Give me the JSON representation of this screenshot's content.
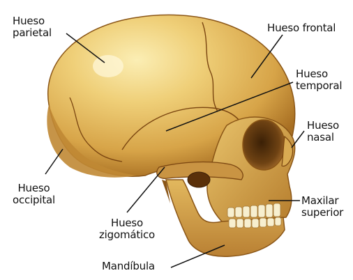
{
  "diagram": {
    "labels": {
      "parietal": [
        "Hueso",
        "parietal"
      ],
      "frontal": [
        "Hueso frontal"
      ],
      "temporal": [
        "Hueso",
        "temporal"
      ],
      "nasal": [
        "Hueso",
        "nasal"
      ],
      "occipital": [
        "Hueso",
        "occipital"
      ],
      "maxilar": [
        "Maxilar",
        "superior"
      ],
      "zigomatico": [
        "Hueso",
        "zigomático"
      ],
      "mandibula": [
        "Mandíbula"
      ]
    },
    "colors": {
      "bone_light": "#f3d98a",
      "bone_mid": "#dcae4e",
      "bone_dark": "#a36b1f",
      "shadow": "#6b3f10",
      "teeth": "#f7efcf",
      "text": "#111111",
      "leader_line": "#111111"
    }
  }
}
